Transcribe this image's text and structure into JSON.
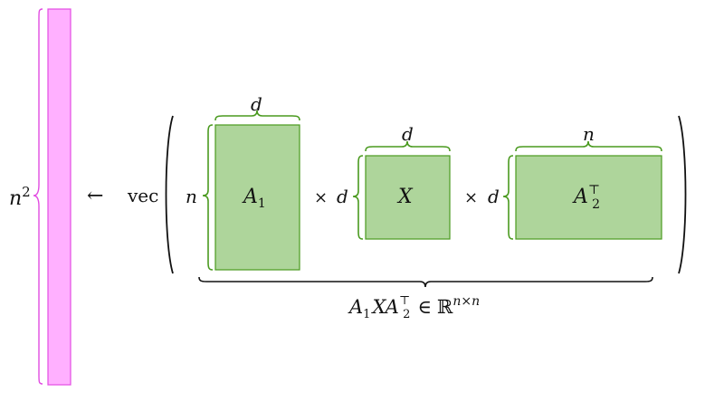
{
  "vector": {
    "size_label": "n",
    "size_exponent": "2"
  },
  "arrow": "←",
  "operator": "vec",
  "matrices": [
    {
      "name": "A",
      "subscript": "1",
      "superscript": "",
      "rows_label": "n",
      "cols_label": "d",
      "color": "#aed59b"
    },
    {
      "name": "X",
      "subscript": "",
      "superscript": "",
      "rows_label": "d",
      "cols_label": "d",
      "color": "#aed59b"
    },
    {
      "name": "A",
      "subscript": "2",
      "superscript": "⊤",
      "rows_label": "d",
      "cols_label": "n",
      "color": "#aed59b"
    }
  ],
  "times": "×",
  "result": {
    "lhs_a1": "A",
    "lhs_a1_sub": "1",
    "lhs_x": "X",
    "lhs_a2": "A",
    "lhs_a2_sub": "2",
    "lhs_a2_sup": "⊤",
    "member": "∈",
    "space": "ℝ",
    "space_sup": "n×n"
  },
  "colors": {
    "matrix_fill": "#aed59b",
    "matrix_stroke": "#4a9a1f",
    "vector_fill": "#ffb0ff",
    "vector_stroke": "#e24ce2"
  }
}
